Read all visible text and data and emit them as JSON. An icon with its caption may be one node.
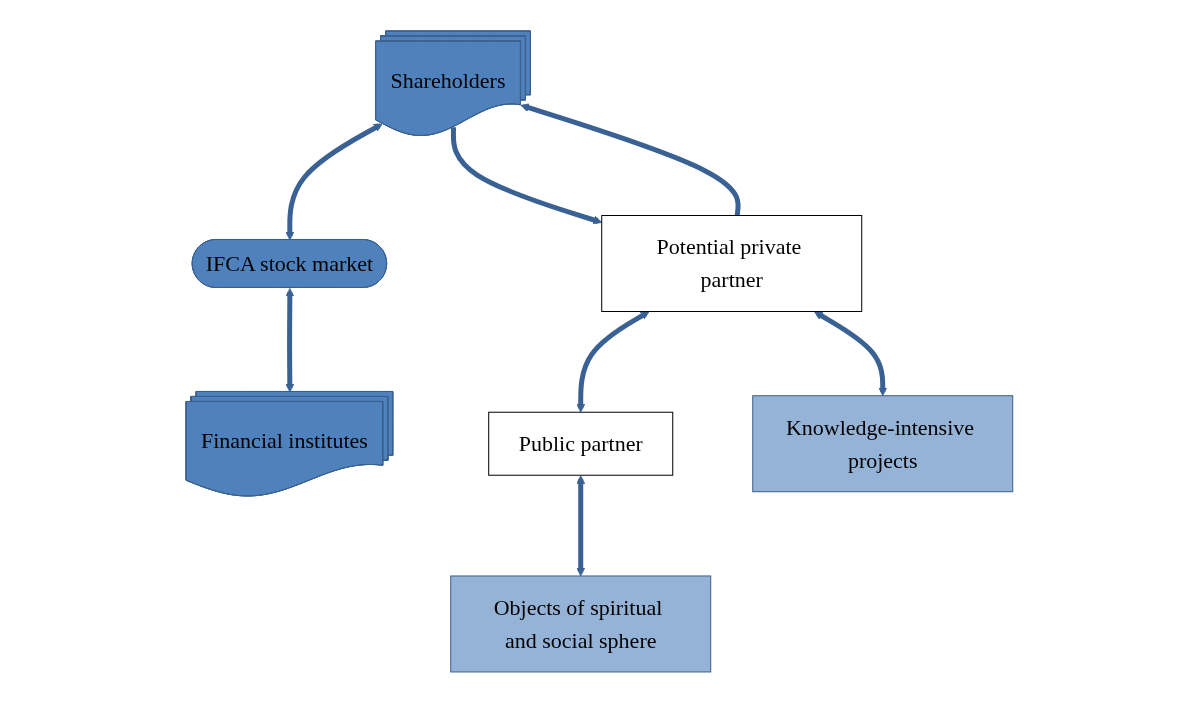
{
  "diagram": {
    "nodes": [
      {
        "text": [
          "Shareholders"
        ]
      },
      {
        "text": [
          "IFCA stock market"
        ]
      },
      {
        "text": [
          "Financial institutes"
        ]
      },
      {
        "text": [
          "Potential private partner"
        ]
      },
      {
        "text": [
          "Public partner"
        ]
      },
      {
        "text": [
          "Knowledge-intensive projects"
        ]
      },
      {
        "text": [
          "Objects of spiritual and social sphere"
        ]
      }
    ],
    "edges": [
      {
        "from": 0,
        "to": 1,
        "arrow": "both"
      },
      {
        "from": 1,
        "to": 2,
        "arrow": "both"
      },
      {
        "from": 0,
        "to": 3,
        "arrow": "to"
      },
      {
        "from": 3,
        "to": 0,
        "arrow": "to"
      },
      {
        "from": 3,
        "to": 4,
        "arrow": "both"
      },
      {
        "from": 3,
        "to": 5,
        "arrow": "both"
      },
      {
        "from": 4,
        "to": 6,
        "arrow": "both"
      }
    ]
  }
}
